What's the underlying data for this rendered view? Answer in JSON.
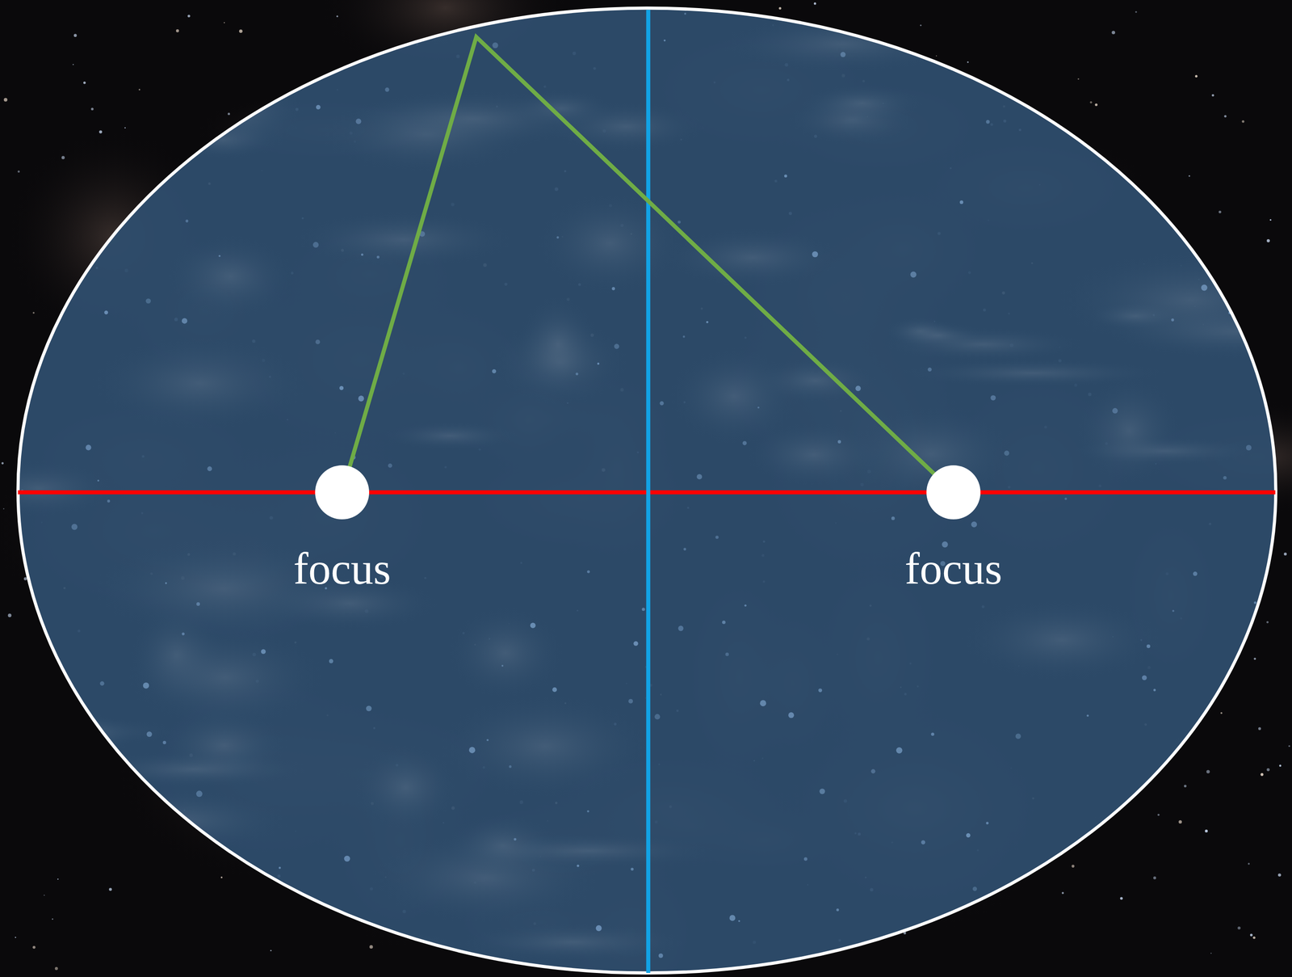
{
  "diagram": {
    "nodes": [
      {
        "text": [
          "focus"
        ]
      },
      {
        "text": [
          "focus"
        ]
      }
    ],
    "edges": [
      {
        "from": 0,
        "to": 1,
        "arrow": "none"
      }
    ]
  }
}
